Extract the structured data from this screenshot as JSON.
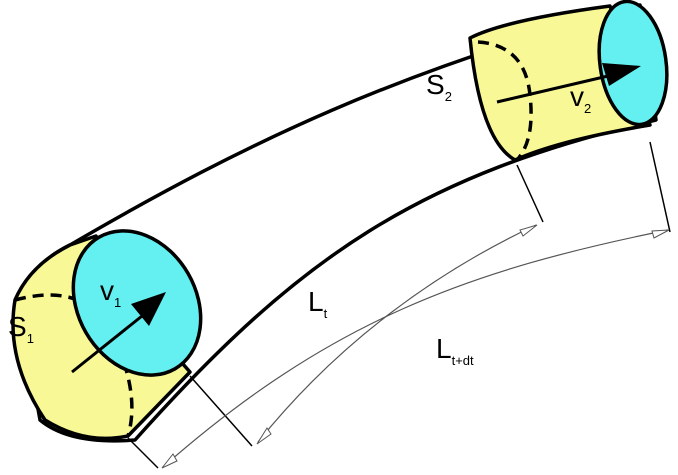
{
  "colors": {
    "tube_fill": "#ffffff",
    "section_fill": "#f8f896",
    "face_fill": "#64f0f0",
    "outline": "#000000",
    "dimension_line": "#555555"
  },
  "labels": {
    "s1_base": "S",
    "s1_sub": "1",
    "s2_base": "S",
    "s2_sub": "2",
    "v1_base": "v",
    "v1_sub": "1",
    "v2_base": "v",
    "v2_sub": "2",
    "lt_base": "L",
    "lt_sub": "t",
    "ltdt_base": "L",
    "ltdt_sub": "t+dt"
  }
}
